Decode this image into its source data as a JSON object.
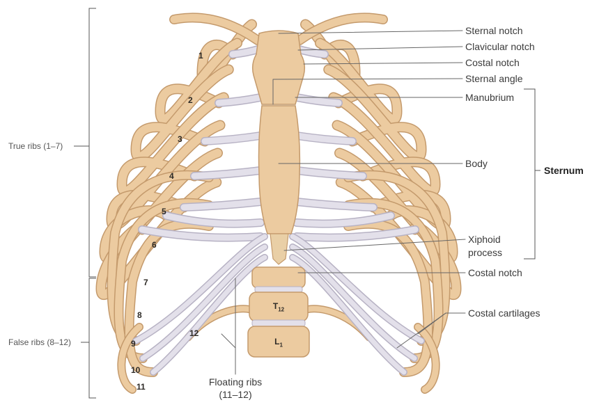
{
  "labels": {
    "sternal_notch": "Sternal notch",
    "clavicular_notch": "Clavicular notch",
    "costal_notch_upper": "Costal notch",
    "sternal_angle": "Sternal angle",
    "manubrium": "Manubrium",
    "body": "Body",
    "sternum": "Sternum",
    "xiphoid_line1": "Xiphoid",
    "xiphoid_line2": "process",
    "costal_notch_lower": "Costal notch",
    "costal_cartilages": "Costal cartilages",
    "true_ribs": "True ribs (1–7)",
    "false_ribs": "False ribs (8–12)",
    "floating_line1": "Floating ribs",
    "floating_line2": "(11–12)"
  },
  "rib_numbers": [
    "1",
    "2",
    "3",
    "4",
    "5",
    "6",
    "7",
    "8",
    "9",
    "10",
    "11",
    "12"
  ],
  "vertebrae": {
    "t12_main": "T",
    "t12_sub": "12",
    "l1_main": "L",
    "l1_sub": "1"
  },
  "colors": {
    "bone": "#eccba0",
    "bone_edge": "#c49a6c",
    "cartilage": "#e3e0ea",
    "cartilage_edge": "#b7b2c4",
    "leader": "#666666",
    "bracket": "#555555"
  }
}
